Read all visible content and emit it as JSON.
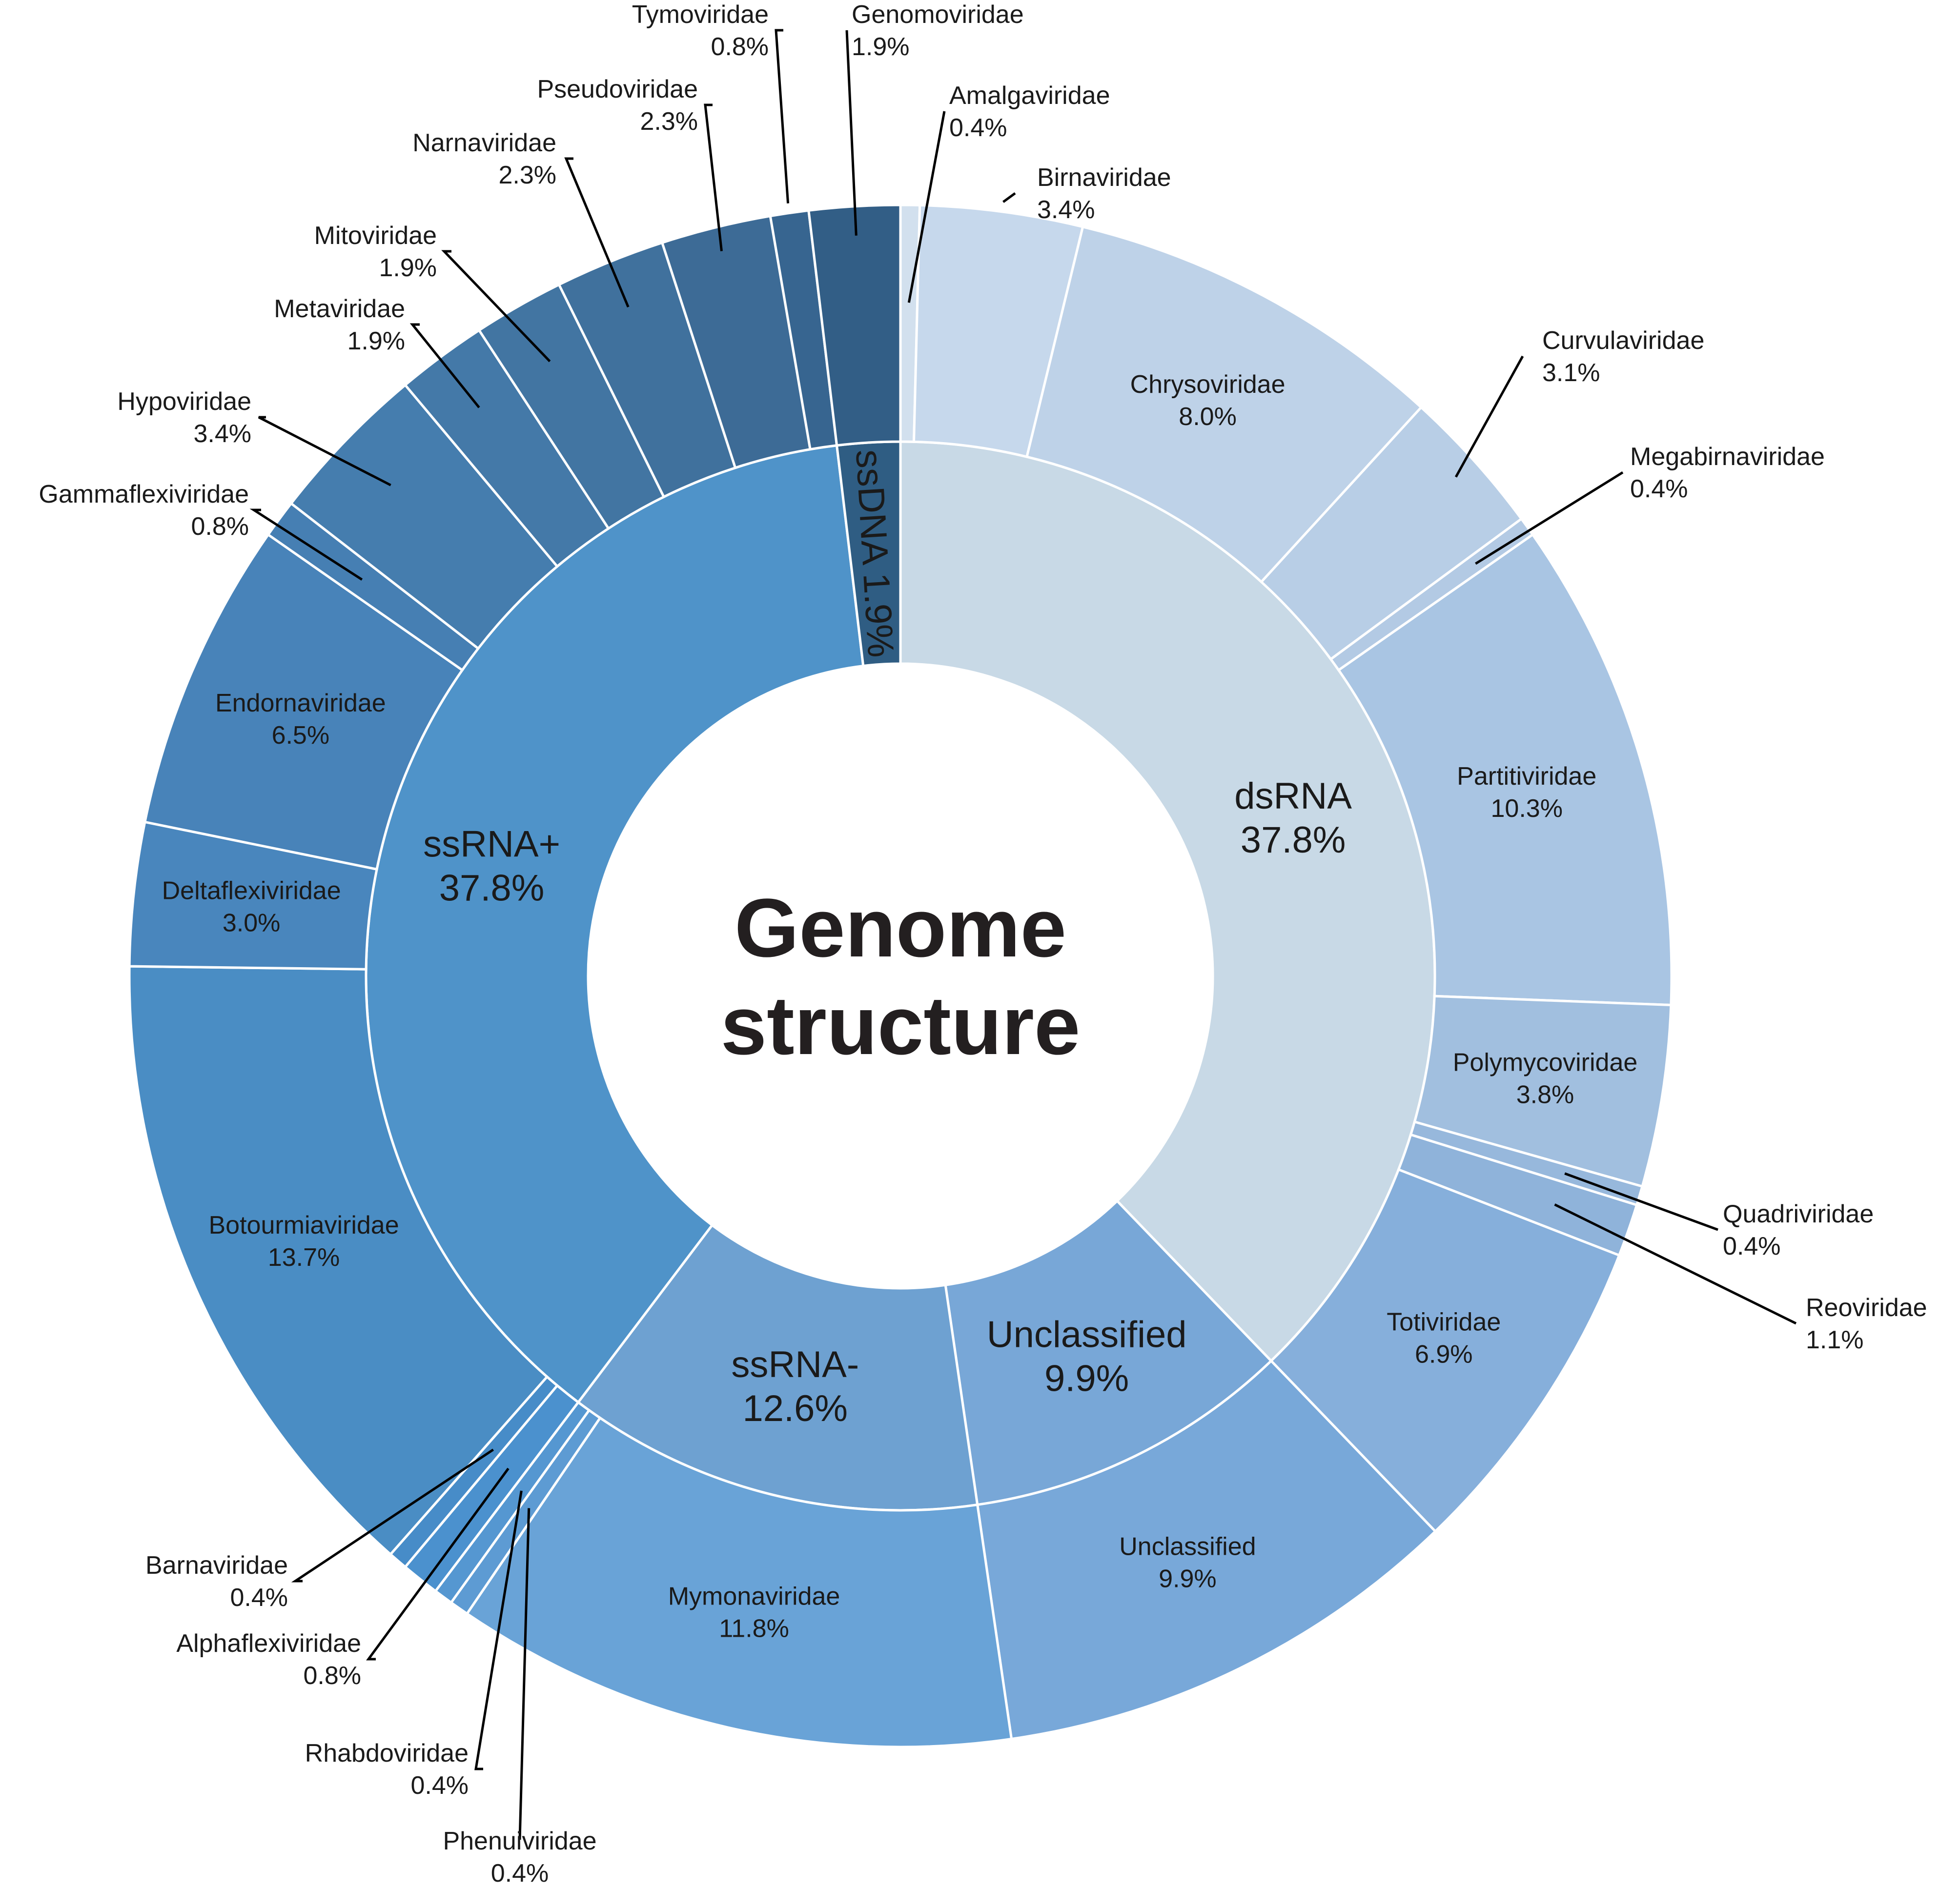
{
  "chart_data": {
    "type": "sunburst",
    "title": "Genome structure",
    "inner": [
      {
        "name": "dsRNA",
        "value": 37.8,
        "label": "37.8%",
        "color": "#c8d9e6"
      },
      {
        "name": "Unclassified",
        "value": 9.9,
        "label": "9.9%",
        "color": "#78a7d7"
      },
      {
        "name": "ssRNA-",
        "value": 12.6,
        "label": "12.6%",
        "color": "#6ea1d1"
      },
      {
        "name": "ssRNA+",
        "value": 37.8,
        "label": "37.8%",
        "color": "#4f93c9"
      },
      {
        "name": "ssDNA",
        "value": 1.9,
        "label": "1.9%",
        "color": "#2f5d83"
      }
    ],
    "outer": [
      {
        "name": "Amalgaviridae",
        "value": 0.4,
        "label": "0.4%",
        "color": "#d2e0ee",
        "callout": true
      },
      {
        "name": "Birnaviridae",
        "value": 3.4,
        "label": "3.4%",
        "color": "#c6d8ec",
        "callout": true
      },
      {
        "name": "Chrysoviridae",
        "value": 8.0,
        "label": "8.0%",
        "color": "#bed2e8",
        "callout": false
      },
      {
        "name": "Curvulaviridae",
        "value": 3.1,
        "label": "3.1%",
        "color": "#b8cee6",
        "callout": true
      },
      {
        "name": "Megabirnaviridae",
        "value": 0.4,
        "label": "0.4%",
        "color": "#b3cae4",
        "callout": true
      },
      {
        "name": "Partitiviridae",
        "value": 10.3,
        "label": "10.3%",
        "color": "#a9c5e3",
        "callout": false
      },
      {
        "name": "Polymycoviridae",
        "value": 3.8,
        "label": "3.8%",
        "color": "#a1bfdf",
        "callout": false
      },
      {
        "name": "Quadriviridae",
        "value": 0.4,
        "label": "0.4%",
        "color": "#97b8dc",
        "callout": true
      },
      {
        "name": "Reoviridae",
        "value": 1.1,
        "label": "1.1%",
        "color": "#8fb3da",
        "callout": true
      },
      {
        "name": "Totiviridae",
        "value": 6.9,
        "label": "6.9%",
        "color": "#86afdb",
        "callout": false
      },
      {
        "name": "Unclassified",
        "value": 9.9,
        "label": "9.9%",
        "color": "#78a8d9",
        "callout": false
      },
      {
        "name": "Mymonaviridae",
        "value": 11.8,
        "label": "11.8%",
        "color": "#69a3d7",
        "callout": false
      },
      {
        "name": "Phenuiviridae",
        "value": 0.4,
        "label": "0.4%",
        "color": "#5d9bd3",
        "callout": true
      },
      {
        "name": "Rhabdoviridae",
        "value": 0.4,
        "label": "0.4%",
        "color": "#5597d1",
        "callout": true
      },
      {
        "name": "Alphaflexiviridae",
        "value": 0.8,
        "label": "0.8%",
        "color": "#4b91ce",
        "callout": true
      },
      {
        "name": "Barnaviridae",
        "value": 0.4,
        "label": "0.4%",
        "color": "#478cc8",
        "callout": true
      },
      {
        "name": "Botourmiaviridae",
        "value": 13.7,
        "label": "13.7%",
        "color": "#4a8dc4",
        "callout": false
      },
      {
        "name": "Deltaflexiviridae",
        "value": 3.0,
        "label": "3.0%",
        "color": "#4986bd",
        "callout": false
      },
      {
        "name": "Endornaviridae",
        "value": 6.5,
        "label": "6.5%",
        "color": "#4883b9",
        "callout": false
      },
      {
        "name": "Gammaflexiviridae",
        "value": 0.8,
        "label": "0.8%",
        "color": "#467fb3",
        "callout": true
      },
      {
        "name": "Hypoviridae",
        "value": 3.4,
        "label": "3.4%",
        "color": "#457dae",
        "callout": true
      },
      {
        "name": "Metaviridae",
        "value": 1.9,
        "label": "1.9%",
        "color": "#4479a8",
        "callout": true
      },
      {
        "name": "Mitoviridae",
        "value": 1.9,
        "label": "1.9%",
        "color": "#4275a2",
        "callout": true
      },
      {
        "name": "Narnaviridae",
        "value": 2.3,
        "label": "2.3%",
        "color": "#40719d",
        "callout": true
      },
      {
        "name": "Pseudoviridae",
        "value": 2.3,
        "label": "2.3%",
        "color": "#3d6b96",
        "callout": true
      },
      {
        "name": "Tymoviridae",
        "value": 0.8,
        "label": "0.8%",
        "color": "#376590",
        "callout": true
      },
      {
        "name": "Genomoviridae",
        "value": 1.9,
        "label": "1.9%",
        "color": "#325e86",
        "callout": true
      }
    ]
  }
}
